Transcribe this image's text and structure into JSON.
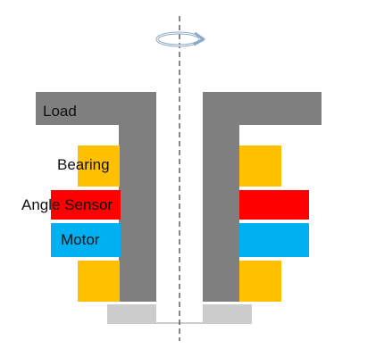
{
  "labels": {
    "load": "Load",
    "bearing": "Bearing",
    "angle_sensor": "Angle Sensor",
    "motor": "Motor"
  },
  "colors": {
    "load_shaft_gray": "#7f7f7f",
    "bearing": "#ffc000",
    "angle_sensor": "#ff0000",
    "motor": "#00b0f0",
    "base": "#cccccc",
    "axis_line": "#555555",
    "rotation_arrow": "#8ea9c8"
  },
  "icons": {
    "rotation": "rotation-arrow-icon"
  }
}
